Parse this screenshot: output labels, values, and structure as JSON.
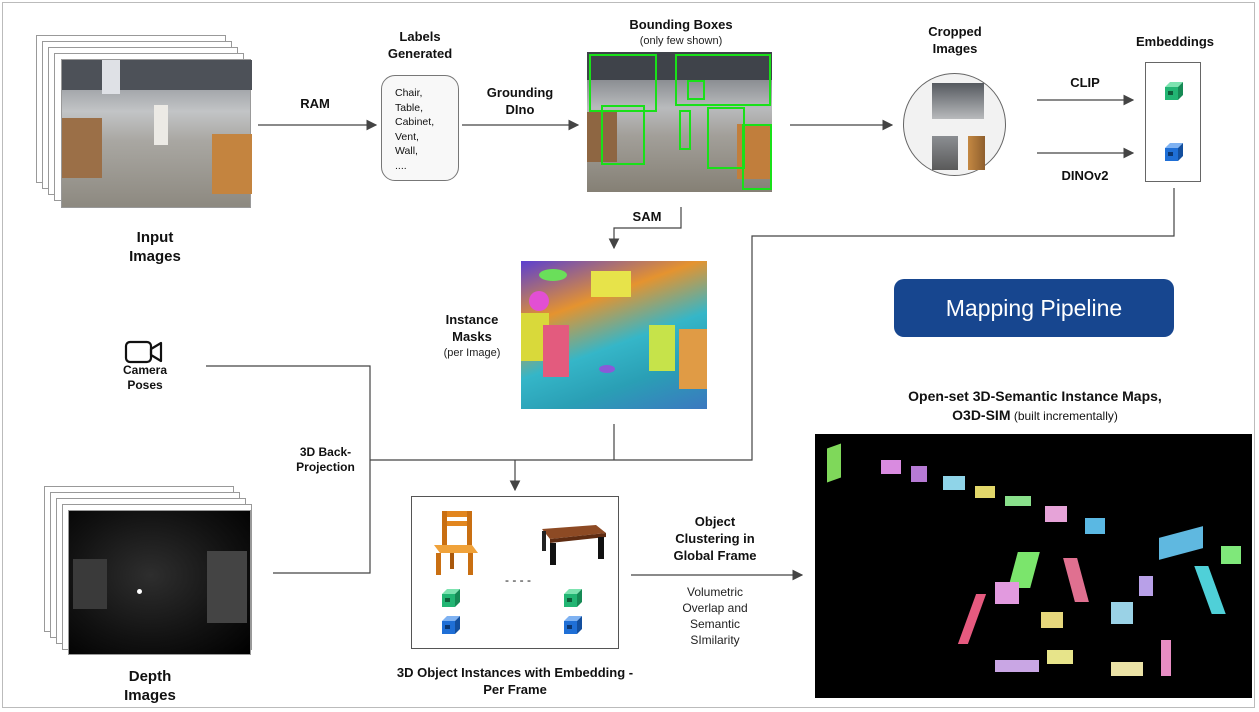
{
  "input_images": {
    "label": "Input\nImages"
  },
  "ram": {
    "label": "RAM"
  },
  "labels_generated": {
    "title": "Labels\nGenerated",
    "items": [
      "Chair,",
      "Table,",
      "Cabinet,",
      "Vent,",
      "Wall,",
      "...."
    ]
  },
  "grounding_dino": {
    "label": "Grounding\nDIno"
  },
  "bounding_boxes": {
    "title": "Bounding Boxes",
    "subtitle": "(only few shown)"
  },
  "cropped_images": {
    "title": "Cropped\nImages"
  },
  "embeddings": {
    "title": "Embeddings"
  },
  "clip": {
    "label": "CLIP"
  },
  "dinov2": {
    "label": "DINOv2"
  },
  "sam": {
    "label": "SAM"
  },
  "instance_masks": {
    "title": "Instance\nMasks",
    "subtitle": "(per Image)"
  },
  "mapping_pipeline": {
    "label": "Mapping Pipeline",
    "color": "#17468f"
  },
  "camera_poses": {
    "label": "Camera\nPoses",
    "icon": "video-camera-icon"
  },
  "back_projection": {
    "label": "3D Back-\nProjection"
  },
  "object_instances": {
    "title": "3D Object Instances with Embedding -\nPer Frame",
    "ellipsis": "- - - -"
  },
  "object_clustering": {
    "title": "Object\nClustering in\nGlobal Frame",
    "subtitle": "Volumetric\nOverlap and\nSemantic\nSImilarity"
  },
  "o3d_sim": {
    "title_bold": "Open-set 3D-Semantic Instance Maps,\nO3D-SIM",
    "title_normal": " (built incrementally)"
  },
  "depth_images": {
    "label": "Depth\nImages"
  },
  "colors": {
    "box_green": "#19e019",
    "embedding_green": "#22b573",
    "embedding_blue": "#1f6fd6",
    "chair_orange": "#e2861f",
    "table_brown": "#7a3b1c"
  }
}
